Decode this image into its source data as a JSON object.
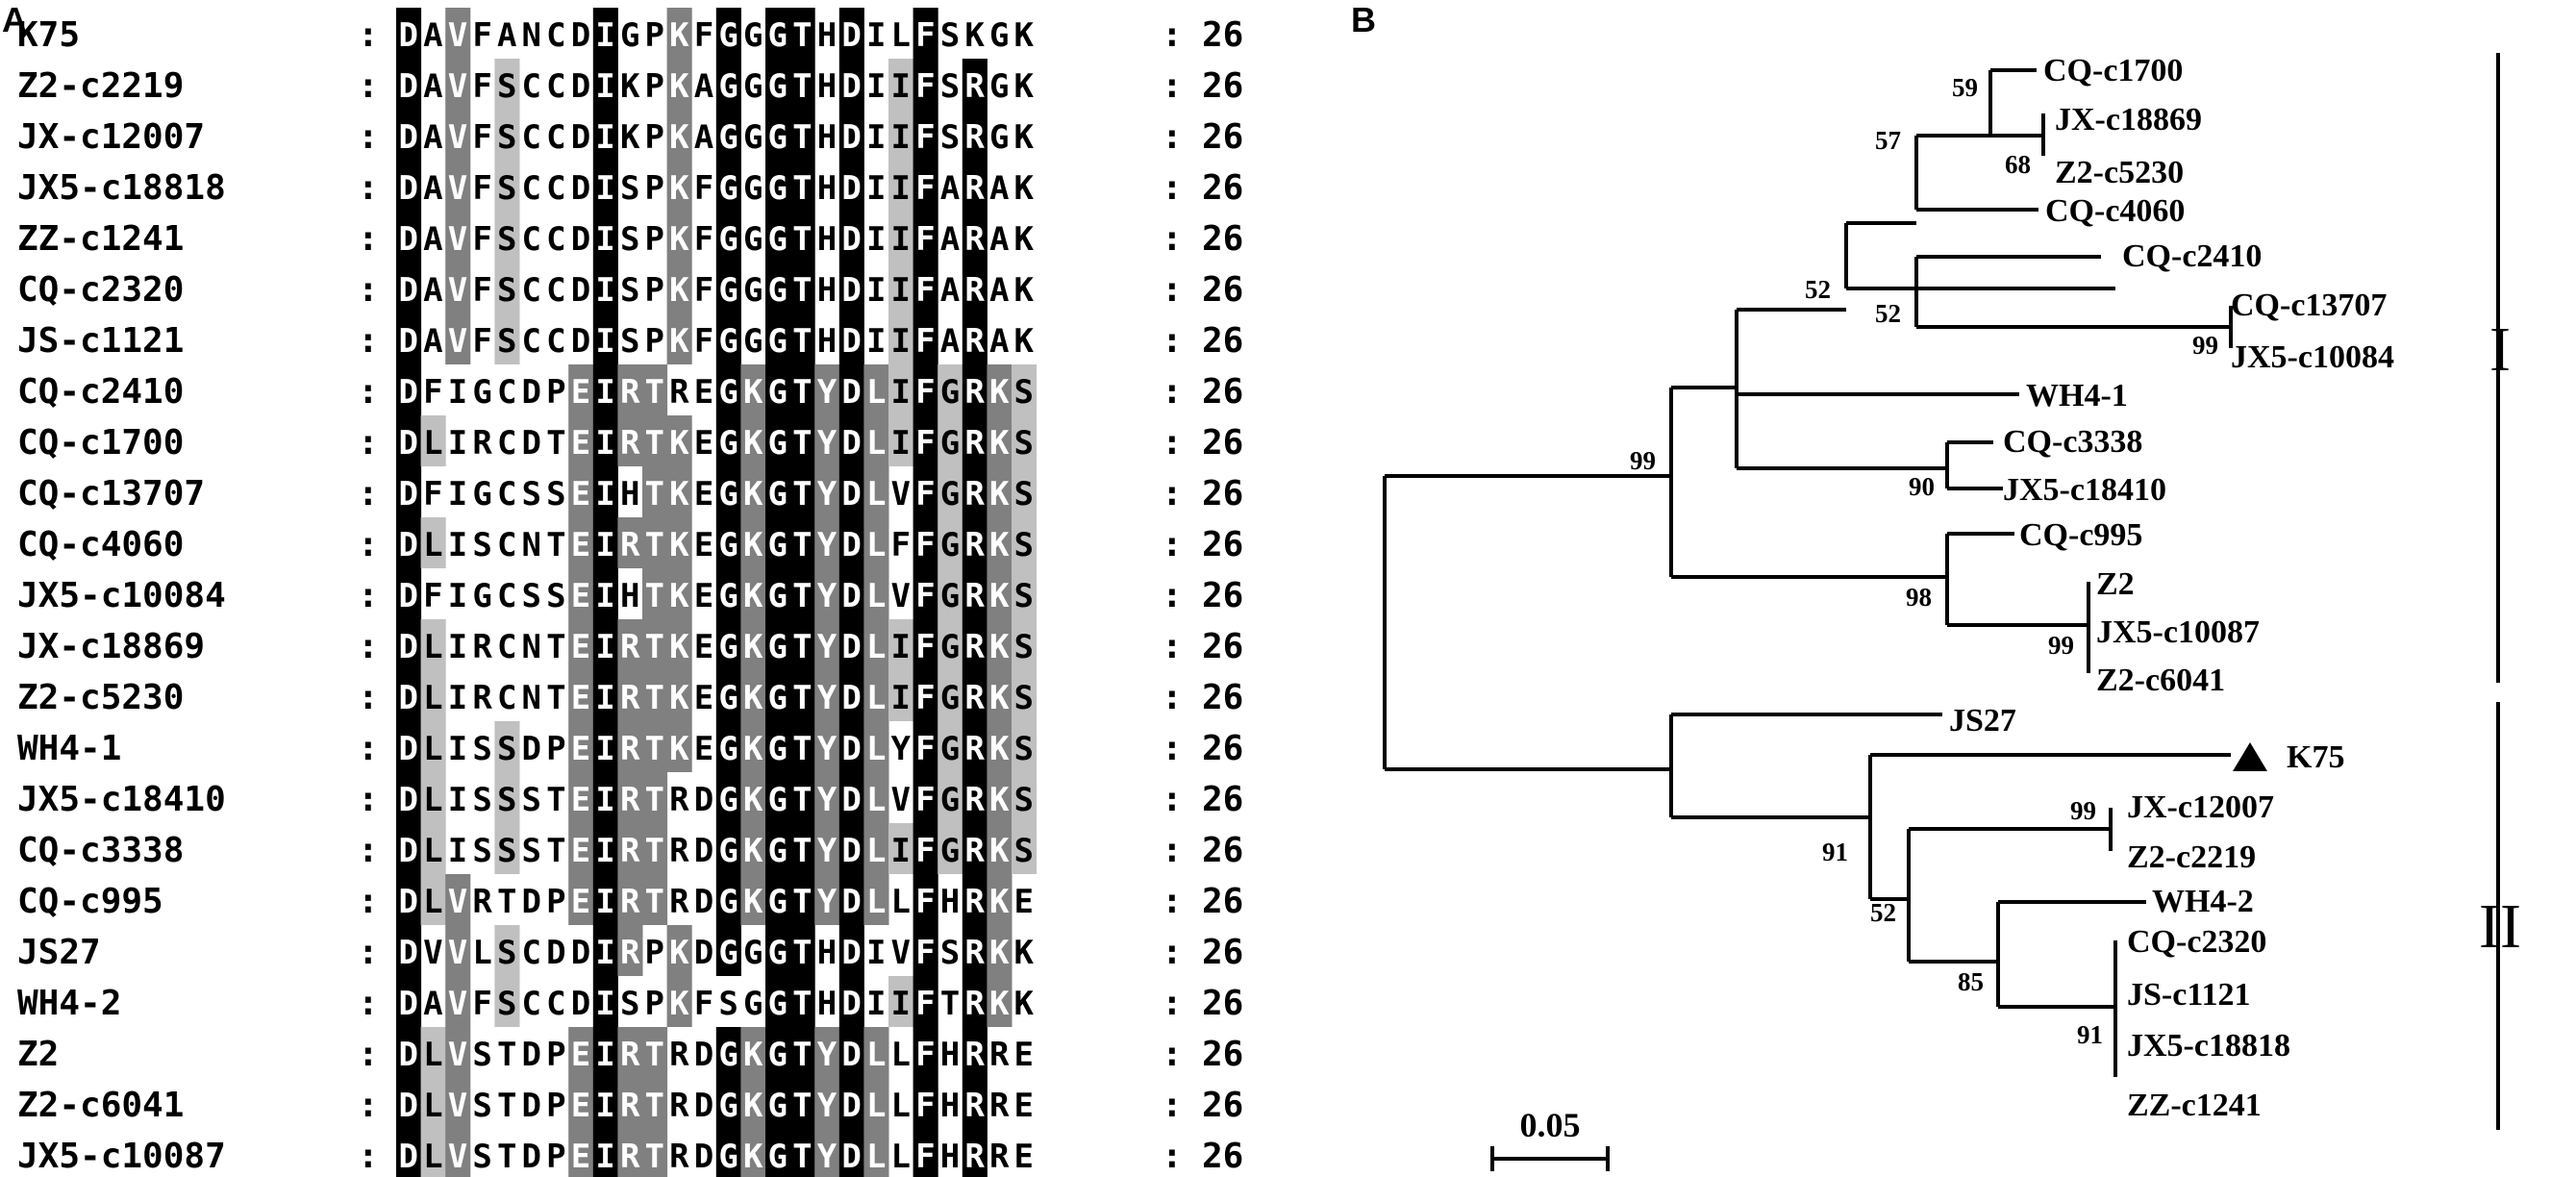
{
  "panel_a": {
    "label": "A",
    "separator": ":",
    "count_label": "26",
    "rows": [
      {
        "name": "K75",
        "seq": "DAVFANCDIGPKFGGGTHDILFSKGK"
      },
      {
        "name": "Z2-c2219",
        "seq": "DAVFSCCDIKPKAGGGTHDIIFSRGK"
      },
      {
        "name": "JX-c12007",
        "seq": "DAVFSCCDIKPKAGGGTHDIIFSRGK"
      },
      {
        "name": "JX5-c18818",
        "seq": "DAVFSCCDISPKFGGGTHDIIFARAK"
      },
      {
        "name": "ZZ-c1241",
        "seq": "DAVFSCCDISPKFGGGTHDIIFARAK"
      },
      {
        "name": "CQ-c2320",
        "seq": "DAVFSCCDISPKFGGGTHDIIFARAK"
      },
      {
        "name": "JS-c1121",
        "seq": "DAVFSCCDISPKFGGGTHDIIFARAK"
      },
      {
        "name": "CQ-c2410",
        "seq": "DFIGCDPEIRTREGKGTYDLIFGRKS"
      },
      {
        "name": "CQ-c1700",
        "seq": "DLIRCDTEIRTKEGKGTYDLIFGRKS"
      },
      {
        "name": "CQ-c13707",
        "seq": "DFIGCSSEIHTKEGKGTYDLVFGRKS"
      },
      {
        "name": "CQ-c4060",
        "seq": "DLISCNTEIRTKEGKGTYDLFFGRKS"
      },
      {
        "name": "JX5-c10084",
        "seq": "DFIGCSSEIHTKEGKGTYDLVFGRKS"
      },
      {
        "name": "JX-c18869",
        "seq": "DLIRCNTEIRTKEGKGTYDLIFGRKS"
      },
      {
        "name": "Z2-c5230",
        "seq": "DLIRCNTEIRTKEGKGTYDLIFGRKS"
      },
      {
        "name": "WH4-1",
        "seq": "DLISSDPEIRTKEGKGTYDLYFGRKS"
      },
      {
        "name": "JX5-c18410",
        "seq": "DLISSSTEIRTRDGKGTYDLVFGRKS"
      },
      {
        "name": "CQ-c3338",
        "seq": "DLISSSTEIRTRDGKGTYDLIFGRKS"
      },
      {
        "name": "CQ-c995",
        "seq": "DLVRTDPEIRTRDGKGTYDLLFHRKE"
      },
      {
        "name": "JS27",
        "seq": "DVVLSCDDIRPKDGGGTHDIVFSRKK"
      },
      {
        "name": "WH4-2",
        "seq": "DAVFSCCDISPKFSGGTHDIIFTRKK"
      },
      {
        "name": "Z2",
        "seq": "DLVSTDPEIRTRDGKGTYDLLFHRRE"
      },
      {
        "name": "Z2-c6041",
        "seq": "DLVSTDPEIRTRDGKGTYDLLFHRRE"
      },
      {
        "name": "JX5-c10087",
        "seq": "DLVSTDPEIRTRDGKGTYDLLFHRRE"
      }
    ]
  },
  "panel_b": {
    "label": "B",
    "scale_bar_label": "0.05",
    "clades": [
      {
        "name": "I"
      },
      {
        "name": "II"
      }
    ],
    "reference_marker": "K75",
    "leaves": [
      "CQ-c1700",
      "JX-c18869",
      "Z2-c5230",
      "CQ-c4060",
      "CQ-c2410",
      "CQ-c13707",
      "JX5-c10084",
      "WH4-1",
      "CQ-c3338",
      "JX5-c18410",
      "CQ-c995",
      "Z2",
      "JX5-c10087",
      "Z2-c6041",
      "JS27",
      "K75",
      "JX-c12007",
      "Z2-c2219",
      "WH4-2",
      "CQ-c2320",
      "JS-c1121",
      "JX5-c18818",
      "ZZ-c1241"
    ],
    "bootstrap_values": [
      "59",
      "57",
      "68",
      "52",
      "52",
      "99",
      "99",
      "90",
      "98",
      "99",
      "91",
      "99",
      "52",
      "85",
      "91"
    ]
  },
  "colors": {
    "identical": "#000000",
    "similar_dark": "#808080",
    "similar_light": "#c0c0c0",
    "text": "#000000",
    "background": "#ffffff"
  }
}
